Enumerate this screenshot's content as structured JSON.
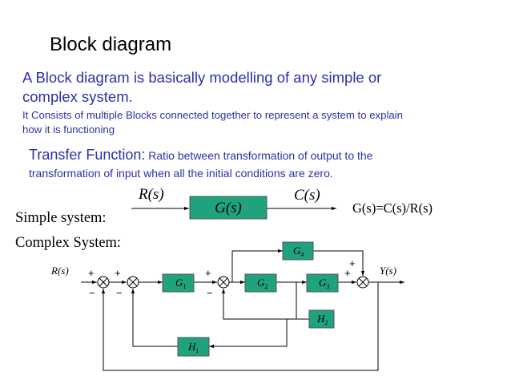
{
  "title": "Block diagram",
  "intro": {
    "line1": "A Block diagram is basically modelling of any simple or",
    "line2": "complex system.",
    "detail_line1": "It Consists of multiple Blocks connected together to represent a system to explain",
    "detail_line2": "how it is functioning"
  },
  "transfer_function": {
    "term": "Transfer Function:",
    "definition_line1": " Ratio between transformation of output to the",
    "definition_line2": "transformation of input when all the initial conditions are zero."
  },
  "simple_system": {
    "label": "Simple system:",
    "input": "R(s)",
    "block": "G(s)",
    "output": "C(s)",
    "equation": "G(s)=C(s)/R(s)"
  },
  "complex_system": {
    "label": "Complex System:",
    "input": "R(s)",
    "output": "Y(s)",
    "blocks": {
      "g1": "G",
      "g1_sub": "1",
      "g2": "G",
      "g2_sub": "2",
      "g3": "G",
      "g3_sub": "3",
      "g4": "G",
      "g4_sub": "4",
      "h1": "H",
      "h1_sub": "1",
      "h2": "H",
      "h2_sub": "2"
    },
    "signs": {
      "plus": "+",
      "minus": "−"
    }
  },
  "colors": {
    "block_fill": "#1fa37f",
    "text_blue": "#2f2fa8",
    "line": "#000000"
  }
}
